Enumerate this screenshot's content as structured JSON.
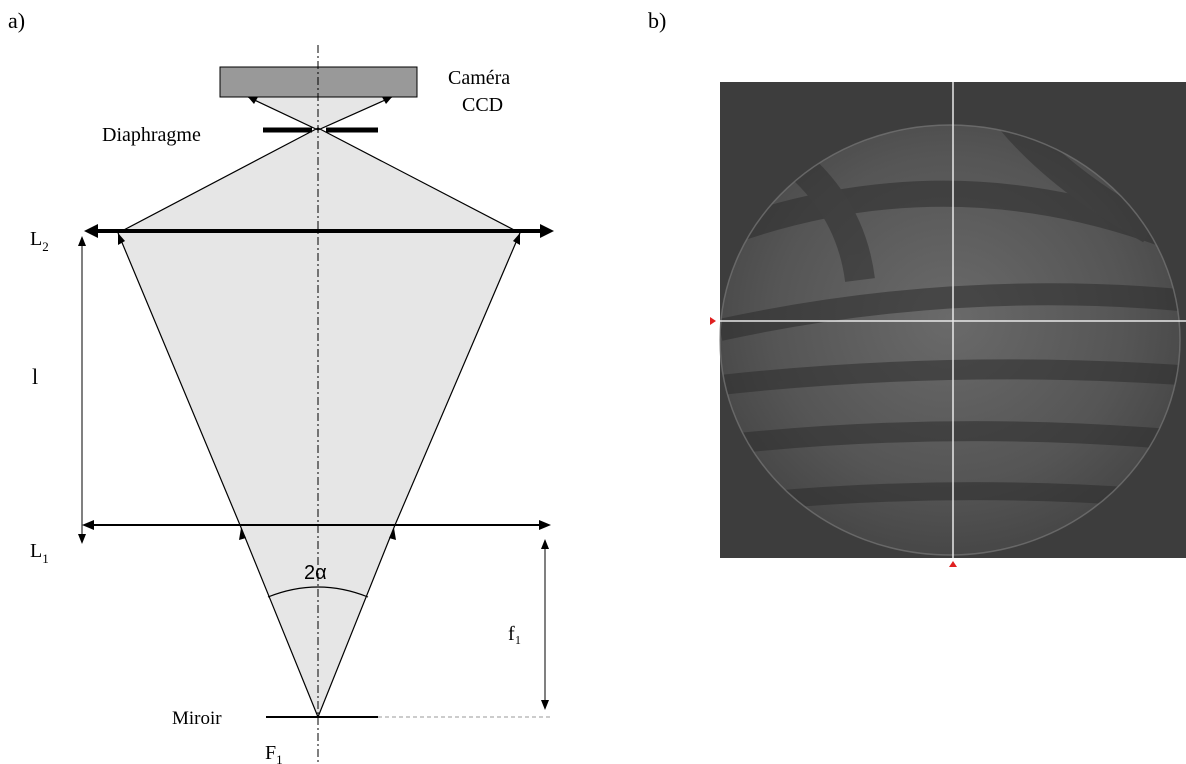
{
  "panel_a": {
    "tag": "a)",
    "camera_label_line1": "Caméra",
    "camera_label_line2": "CCD",
    "diaphragm_label": "Diaphragme",
    "lens2_label": "L",
    "lens2_sub": "2",
    "lens1_label": "L",
    "lens1_sub": "1",
    "length_label": "l",
    "angle_label": "2α",
    "focal_label": "f₁",
    "mirror_label": "Miroir",
    "focus_label": "F",
    "focus_sub": "1"
  },
  "panel_b": {
    "tag": "b)",
    "colors": {
      "background": "#3a3a3a",
      "crosshair": "#e8e8e8",
      "marker": "#e02020"
    }
  }
}
